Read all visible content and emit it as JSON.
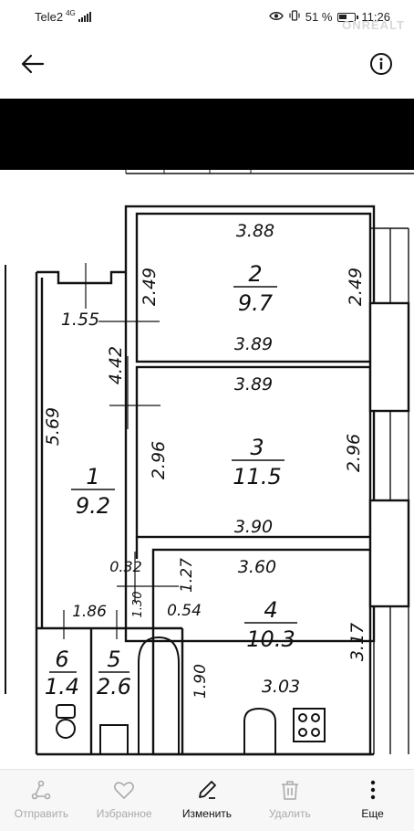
{
  "status_bar": {
    "carrier": "Tele2",
    "network": "4G",
    "battery": "51 %",
    "time": "11:26"
  },
  "watermark": "ONREALT",
  "floor_plan": {
    "rooms": [
      {
        "number": "1",
        "area": "9.2"
      },
      {
        "number": "2",
        "area": "9.7"
      },
      {
        "number": "3",
        "area": "11.5"
      },
      {
        "number": "4",
        "area": "10.3"
      },
      {
        "number": "5",
        "area": "2.6"
      },
      {
        "number": "6",
        "area": "1.4"
      }
    ],
    "dimensions": [
      "3.88",
      "2.49",
      "2.49",
      "1.55",
      "4.42",
      "3.89",
      "3.89",
      "5.69",
      "2.96",
      "2.96",
      "3.90",
      "0.32",
      "1.27",
      "3.60",
      "1.86",
      "1.30",
      "0.54",
      "3.17",
      "1.90",
      "3.03"
    ]
  },
  "actions": [
    {
      "label": "Отправить",
      "icon": "share-icon",
      "active": false
    },
    {
      "label": "Избранное",
      "icon": "heart-icon",
      "active": false
    },
    {
      "label": "Изменить",
      "icon": "pencil-icon",
      "active": true
    },
    {
      "label": "Удалить",
      "icon": "trash-icon",
      "active": false
    },
    {
      "label": "Еще",
      "icon": "more-vertical-icon",
      "active": true
    }
  ]
}
